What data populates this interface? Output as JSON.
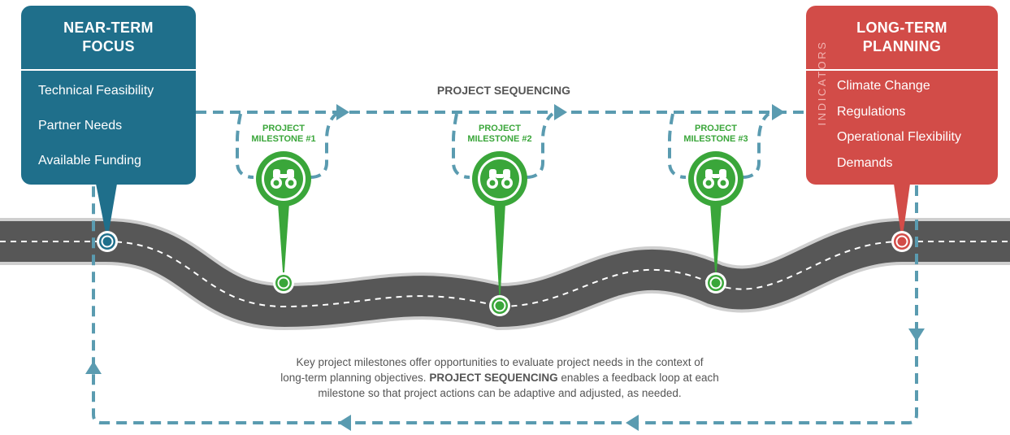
{
  "near_term": {
    "title_lines": [
      "NEAR-TERM",
      "FOCUS"
    ],
    "items": [
      "Technical Feasibility",
      "Partner Needs",
      "Available Funding"
    ]
  },
  "long_term": {
    "title_lines": [
      "LONG-TERM",
      "PLANNING"
    ],
    "side_label": "INDICATORS",
    "items": [
      "Climate Change",
      "Regulations",
      "Operational Flexibility",
      "Demands"
    ]
  },
  "sequencing_title": "PROJECT SEQUENCING",
  "milestones": [
    {
      "line1": "PROJECT",
      "line2": "MILESTONE #1",
      "icon": "binoculars-icon"
    },
    {
      "line1": "PROJECT",
      "line2": "MILESTONE #2",
      "icon": "binoculars-icon"
    },
    {
      "line1": "PROJECT",
      "line2": "MILESTONE #3",
      "icon": "binoculars-icon"
    }
  ],
  "caption": {
    "line1": "Key project milestones offer opportunities to evaluate project needs in the context of",
    "line2_pre": "long-term planning objectives.",
    "line2_bold": "PROJECT SEQUENCING",
    "line2_post": "enables a feedback loop at each",
    "line3": "milestone so that project actions can be adaptive and adjusted, as needed."
  },
  "colors": {
    "teal": "#1f6f8b",
    "red": "#d24c48",
    "green": "#3aa63a",
    "dash": "#5a9bb0",
    "road": "#575757"
  }
}
